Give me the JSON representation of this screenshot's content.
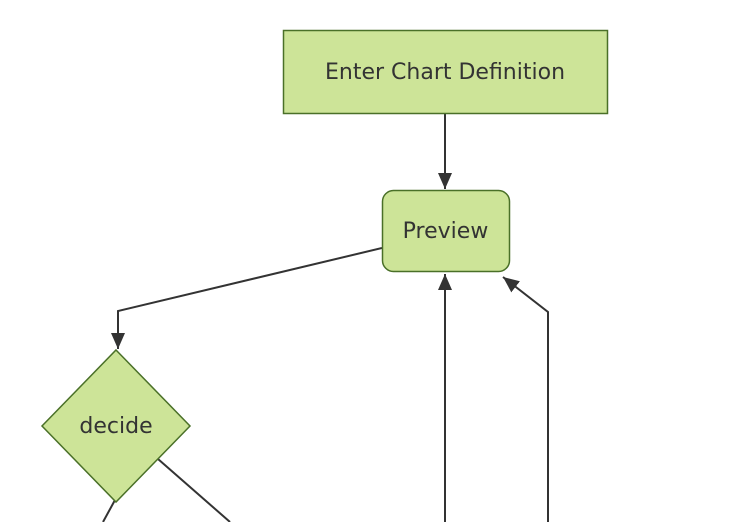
{
  "diagram": {
    "type": "flowchart",
    "colors": {
      "background": "#ffffff",
      "node_fill": "#cde498",
      "node_border": "#4a7028",
      "edge_color": "#333333",
      "text_color": "#333333"
    },
    "nodes": [
      {
        "id": "enter-chart-definition",
        "label": "Enter Chart Definition",
        "shape": "rectangle"
      },
      {
        "id": "preview",
        "label": "Preview",
        "shape": "rounded-rectangle"
      },
      {
        "id": "decide",
        "label": "decide",
        "shape": "diamond"
      }
    ],
    "edges": [
      {
        "from": "enter-chart-definition",
        "to": "preview",
        "arrow": true
      },
      {
        "from": "preview",
        "to": "decide",
        "arrow": true
      },
      {
        "from": "offscreen-bottom",
        "to": "preview",
        "arrow": true
      },
      {
        "from": "offscreen-bottom-right",
        "to": "preview",
        "arrow": true
      },
      {
        "from": "decide",
        "to": "offscreen-bottom",
        "arrow": false
      },
      {
        "from": "decide",
        "to": "offscreen-bottom-right",
        "arrow": false
      }
    ]
  }
}
